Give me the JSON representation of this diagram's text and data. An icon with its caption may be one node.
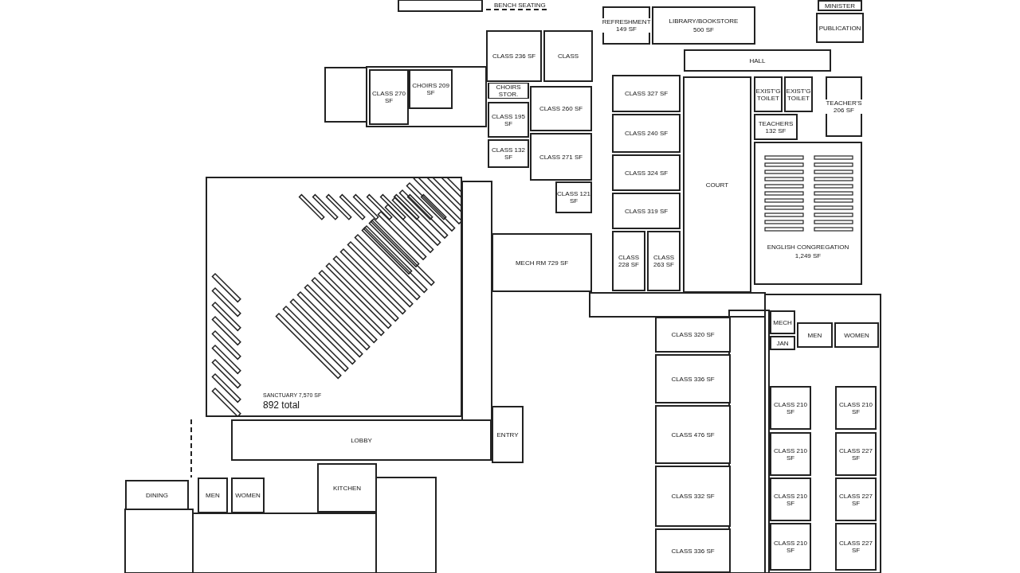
{
  "diagram": {
    "nodes": [
      {
        "text": [
          "CLASS 236 SF"
        ]
      },
      {
        "text": [
          "CLASS"
        ]
      },
      {
        "text": [
          "REFRESHMENT 149 SF"
        ]
      },
      {
        "text": [
          "LIBRARY/BOOKSTORE",
          "500 SF"
        ]
      },
      {
        "text": [
          "MINISTER"
        ]
      },
      {
        "text": [
          "PUBLICATION"
        ]
      },
      {
        "text": [
          "HALL"
        ]
      },
      {
        "text": [
          "CLASS 270 SF"
        ]
      },
      {
        "text": [
          "CHOIRS 209 SF"
        ]
      },
      {
        "text": [
          "CHOIRS STOR."
        ]
      },
      {
        "text": [
          "CLASS 195 SF"
        ]
      },
      {
        "text": [
          "CLASS 260 SF"
        ]
      },
      {
        "text": [
          "CLASS 132 SF"
        ]
      },
      {
        "text": [
          "CLASS 271 SF"
        ]
      },
      {
        "text": [
          "CLASS 121 SF"
        ]
      },
      {
        "text": [
          "CLASS 327 SF"
        ]
      },
      {
        "text": [
          "CLASS 240 SF"
        ]
      },
      {
        "text": [
          "CLASS 324 SF"
        ]
      },
      {
        "text": [
          "CLASS 319 SF"
        ]
      },
      {
        "text": [
          "CLASS 228 SF"
        ]
      },
      {
        "text": [
          "CLASS 263 SF"
        ]
      },
      {
        "text": [
          "COURT"
        ]
      },
      {
        "text": [
          "EXIST'G TOILET"
        ]
      },
      {
        "text": [
          "EXIST'G TOILET"
        ]
      },
      {
        "text": [
          "TEACHERS 132 SF"
        ]
      },
      {
        "text": [
          "TEACHER'S 206 SF"
        ]
      },
      {
        "text": [
          "ENGLISH CONGREGATION",
          "1,249 SF"
        ]
      },
      {
        "text": [
          "MECH RM 729 SF"
        ]
      },
      {
        "text": [
          "SANCTUARY 7,570 SF",
          "892 total"
        ]
      },
      {
        "text": [
          "LOBBY"
        ]
      },
      {
        "text": [
          "ENTRY"
        ]
      },
      {
        "text": [
          "DINING"
        ]
      },
      {
        "text": [
          "MEN"
        ]
      },
      {
        "text": [
          "WOMEN"
        ]
      },
      {
        "text": [
          "KITCHEN"
        ]
      },
      {
        "text": [
          "CLASS 320 SF"
        ]
      },
      {
        "text": [
          "CLASS 336 SF"
        ]
      },
      {
        "text": [
          "CLASS 476 SF"
        ]
      },
      {
        "text": [
          "CLASS 332 SF"
        ]
      },
      {
        "text": [
          "CLASS 336 SF"
        ]
      },
      {
        "text": [
          "MECH"
        ]
      },
      {
        "text": [
          "JAN"
        ]
      },
      {
        "text": [
          "MEN"
        ]
      },
      {
        "text": [
          "WOMEN"
        ]
      },
      {
        "text": [
          "CLASS 210 SF"
        ]
      },
      {
        "text": [
          "CLASS 210 SF"
        ]
      },
      {
        "text": [
          "CLASS 210 SF"
        ]
      },
      {
        "text": [
          "CLASS 210 SF"
        ]
      },
      {
        "text": [
          "CLASS 210 SF"
        ]
      },
      {
        "text": [
          "CLASS 227 SF"
        ]
      },
      {
        "text": [
          "CLASS 227 SF"
        ]
      },
      {
        "text": [
          "CLASS 227 SF"
        ]
      }
    ],
    "labels": [
      "BENCH SEATING"
    ]
  }
}
